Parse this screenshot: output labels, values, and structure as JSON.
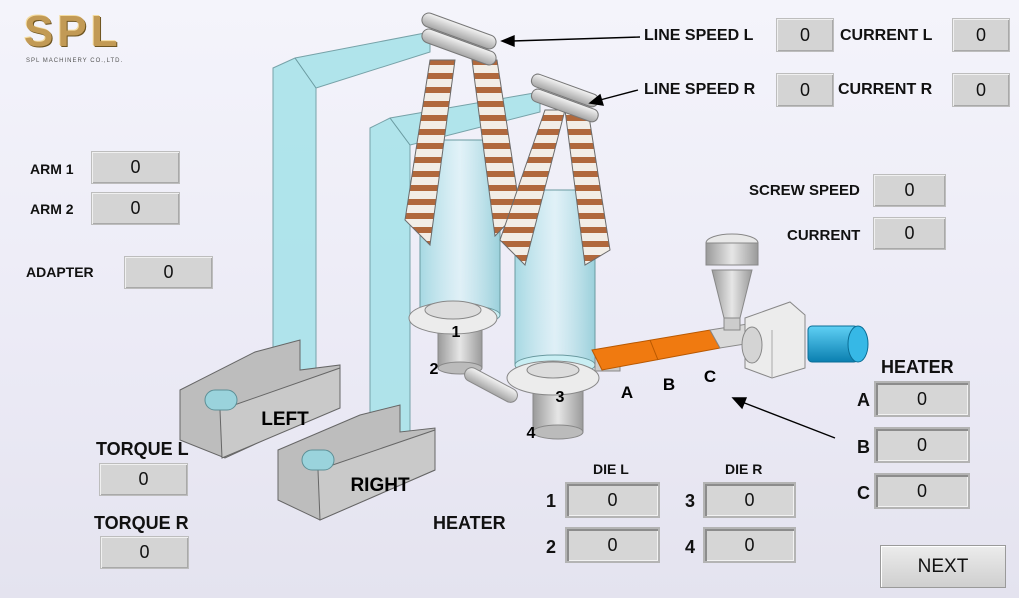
{
  "logo": {
    "text": "SPL",
    "subtitle": "SPL MACHINERY CO.,LTD."
  },
  "line_speed_l": {
    "label": "LINE SPEED L",
    "value": "0"
  },
  "current_l": {
    "label": "CURRENT L",
    "value": "0"
  },
  "line_speed_r": {
    "label": "LINE SPEED R",
    "value": "0"
  },
  "current_r": {
    "label": "CURRENT R",
    "value": "0"
  },
  "arm1": {
    "label": "ARM 1",
    "value": "0"
  },
  "arm2": {
    "label": "ARM 2",
    "value": "0"
  },
  "adapter": {
    "label": "ADAPTER",
    "value": "0"
  },
  "screw_speed": {
    "label": "SCREW SPEED",
    "value": "0"
  },
  "current": {
    "label": "CURRENT",
    "value": "0"
  },
  "heater_right": {
    "title": "HEATER",
    "zones": [
      {
        "label": "A",
        "value": "0"
      },
      {
        "label": "B",
        "value": "0"
      },
      {
        "label": "C",
        "value": "0"
      }
    ]
  },
  "torque_l": {
    "label": "TORQUE L",
    "value": "0"
  },
  "torque_r": {
    "label": "TORQUE R",
    "value": "0"
  },
  "heater_bottom_label": "HEATER",
  "die_l": {
    "title": "DIE L",
    "items": [
      {
        "label": "1",
        "value": "0"
      },
      {
        "label": "2",
        "value": "0"
      }
    ]
  },
  "die_r": {
    "title": "DIE R",
    "items": [
      {
        "label": "3",
        "value": "0"
      },
      {
        "label": "4",
        "value": "0"
      }
    ]
  },
  "diagram": {
    "left_label": "LEFT",
    "right_label": "RIGHT",
    "die_nums": [
      "1",
      "2",
      "3",
      "4"
    ],
    "zone_letters": [
      "A",
      "B",
      "C"
    ]
  },
  "next_button": "NEXT",
  "colors": {
    "accent_orange": "#f07a10",
    "panel_field": "#d4d4d4",
    "frame_cyan": "#a9e3ea",
    "motor_blue": "#1aa3d6"
  }
}
